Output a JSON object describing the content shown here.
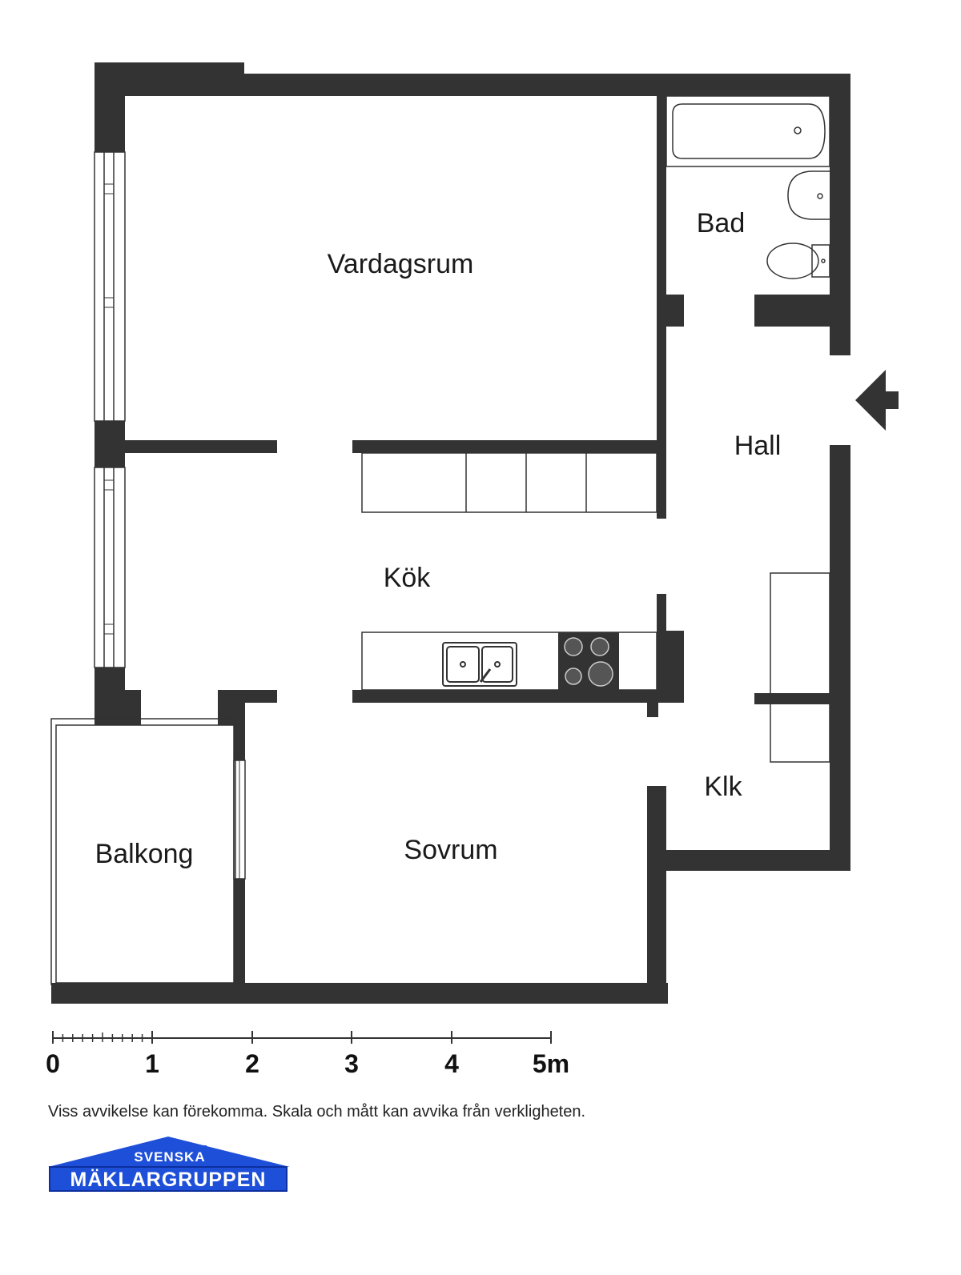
{
  "rooms": {
    "vardagsrum": "Vardagsrum",
    "bad": "Bad",
    "hall": "Hall",
    "kok": "Kök",
    "klk": "Klk",
    "balkong": "Balkong",
    "sovrum": "Sovrum"
  },
  "scale": {
    "ticks": [
      "0",
      "1",
      "2",
      "3",
      "4",
      "5m"
    ]
  },
  "disclaimer": "Viss avvikelse kan förekomma. Skala och mått kan avvika från verkligheten.",
  "logo": {
    "top": "SVENSKA",
    "main": "MÄKLARGRUPPEN",
    "color": "#1e4fd8"
  },
  "colors": {
    "wall": "#333333"
  }
}
